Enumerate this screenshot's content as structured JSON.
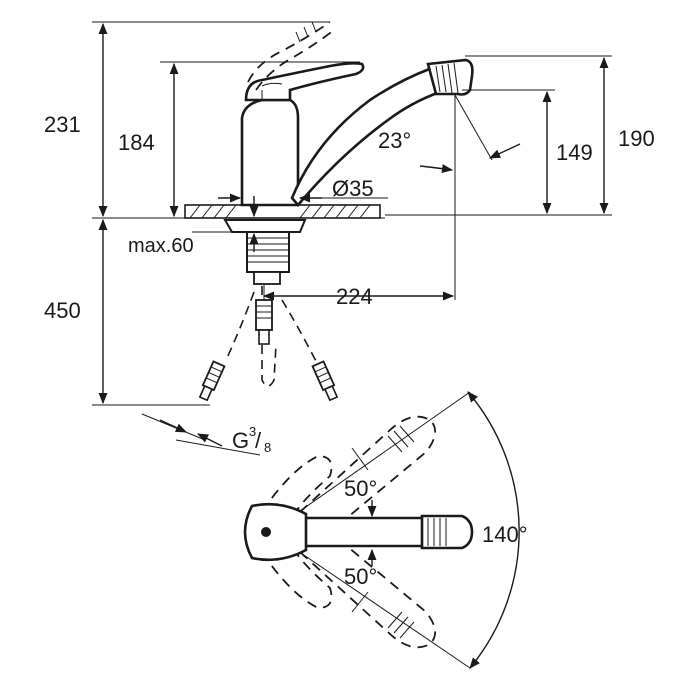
{
  "dimensions": {
    "overall_height": "231",
    "lever_height": "184",
    "spout_max_height": "190",
    "spout_outlet_height": "149",
    "spout_angle": "23°",
    "base_diameter": "Ø35",
    "max_deck_thickness": "max.60",
    "spout_reach": "224",
    "hose_length": "450",
    "connection_thread_main": "G",
    "connection_thread_num": "3",
    "connection_thread_den": "8",
    "swivel_left": "50°",
    "swivel_right": "50°",
    "swivel_total": "140°"
  },
  "colors": {
    "line": "#1a1a1a",
    "background": "#ffffff"
  }
}
